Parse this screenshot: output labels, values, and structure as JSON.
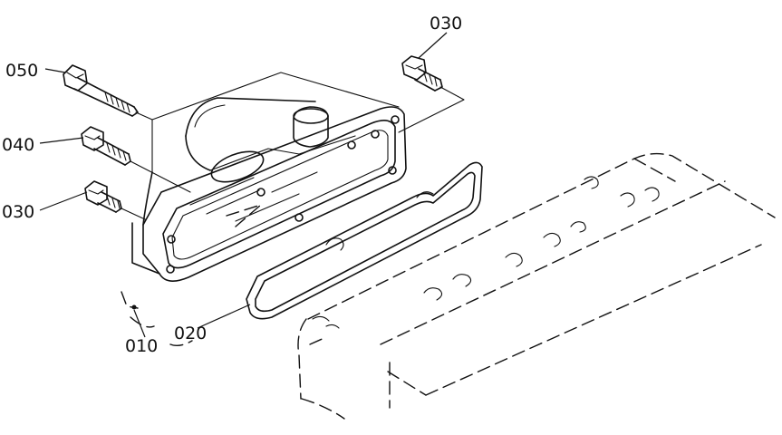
{
  "diagram": {
    "callouts": {
      "c010": "010",
      "c020": "020",
      "c030_left": "030",
      "c030_top": "030",
      "c040": "040",
      "c050": "050"
    }
  }
}
